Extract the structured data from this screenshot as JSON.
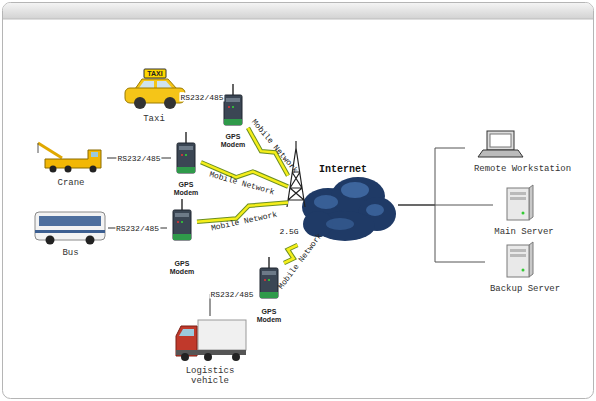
{
  "diagram": {
    "nodes": [
      {
        "text": [
          "Taxi"
        ]
      },
      {
        "text": [
          "GPS Modem"
        ]
      },
      {
        "text": [
          "Crane"
        ]
      },
      {
        "text": [
          "GPS Modem"
        ]
      },
      {
        "text": [
          "Bus"
        ]
      },
      {
        "text": [
          "GPS Modem"
        ]
      },
      {
        "text": [
          "Internet"
        ]
      },
      {
        "text": [
          "Remote Workstation"
        ]
      },
      {
        "text": [
          "Main Server"
        ]
      },
      {
        "text": [
          "Backup Server"
        ]
      },
      {
        "text": [
          "GPS Modem"
        ]
      },
      {
        "text": [
          "Logistics vehicle"
        ]
      }
    ],
    "edges": [
      {
        "from": 0,
        "to": 1,
        "label": "RS232/485",
        "arrow": "none"
      },
      {
        "from": 2,
        "to": 3,
        "label": "RS232/485",
        "arrow": "none"
      },
      {
        "from": 4,
        "to": 5,
        "label": "RS232/485",
        "arrow": "none"
      },
      {
        "from": 11,
        "to": 10,
        "label": "RS232/485",
        "arrow": "none"
      },
      {
        "from": 1,
        "to": 6,
        "label": "Mobile Network",
        "arrow": "none"
      },
      {
        "from": 3,
        "to": 6,
        "label": "Mobile Network",
        "arrow": "none"
      },
      {
        "from": 5,
        "to": 6,
        "label": "Mobile Network",
        "arrow": "none"
      },
      {
        "from": 10,
        "to": 6,
        "label": "Mobile Network",
        "arrow": "none"
      },
      {
        "from": 6,
        "to": 7,
        "arrow": "none"
      },
      {
        "from": 6,
        "to": 8,
        "arrow": "none"
      },
      {
        "from": 6,
        "to": 9,
        "arrow": "none"
      }
    ],
    "labels": [
      "TAXI",
      "2.5G"
    ]
  }
}
